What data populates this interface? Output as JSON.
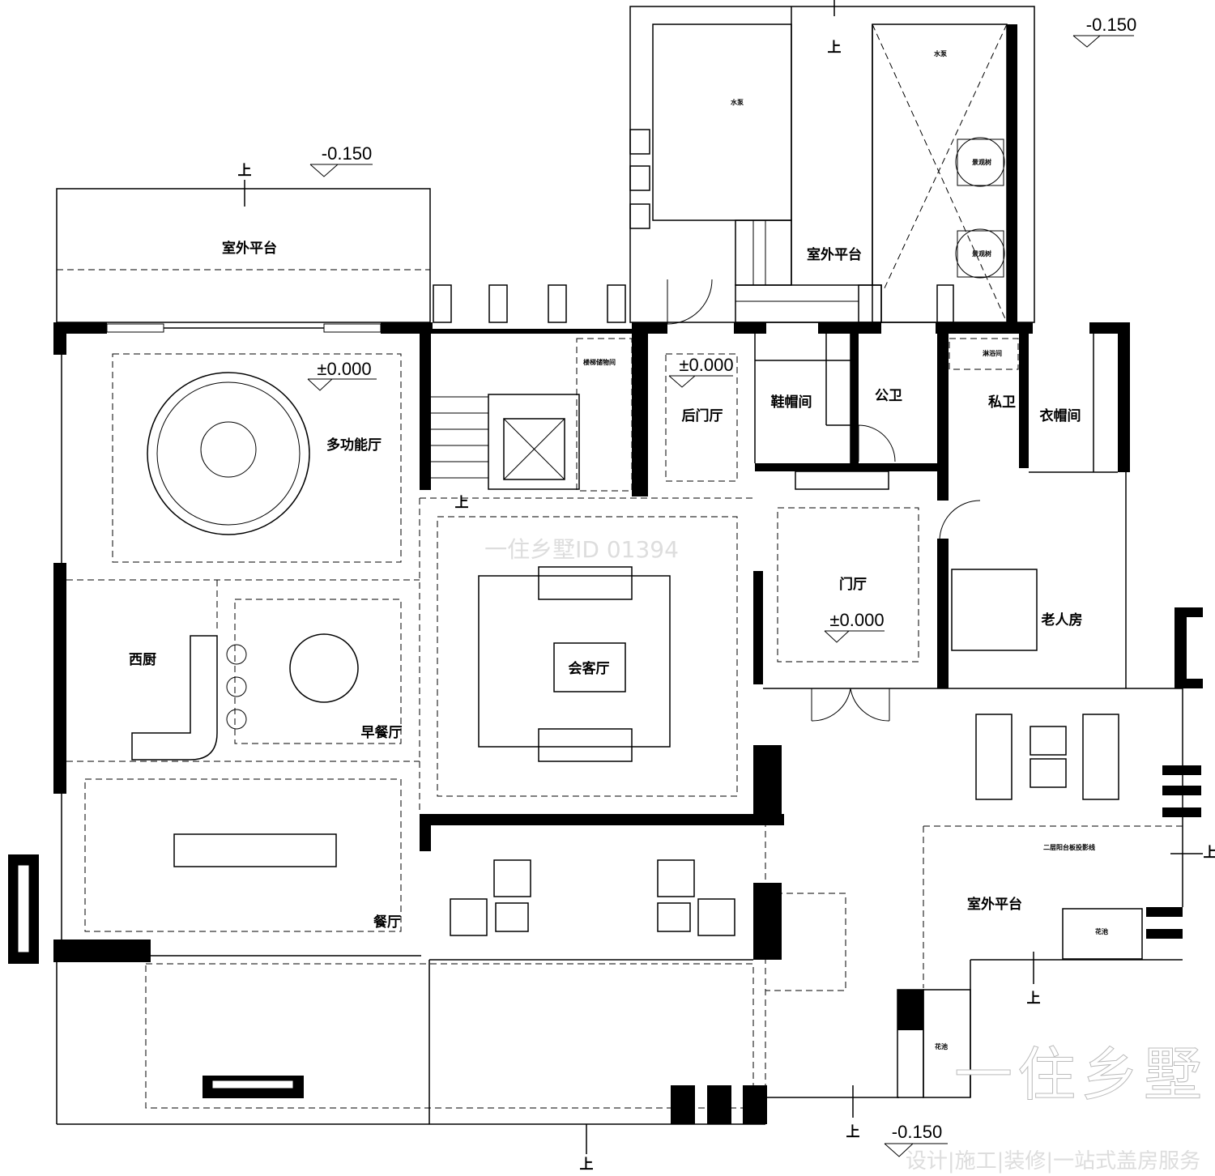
{
  "rooms": {
    "multi_hall": "多功能厅",
    "western_kitchen": "西厨",
    "breakfast": "早餐厅",
    "dining": "餐厅",
    "living": "会客厅",
    "back_hall": "后门厅",
    "shoe_room": "鞋帽间",
    "public_wc": "公卫",
    "private_wc": "私卫",
    "wardrobe": "衣帽间",
    "shower": "淋浴间",
    "stair_storage": "楼梯储物间",
    "foyer": "门厅",
    "elder_room": "老人房",
    "terrace_top_left": "室外平台",
    "terrace_top_mid": "室外平台",
    "terrace_right": "室外平台",
    "pump_1": "水泵",
    "pump_2": "水泵",
    "tree_1": "景观树",
    "tree_2": "景观树",
    "balcony_projection": "二层阳台板投影线",
    "planter_1": "花池",
    "planter_2": "花池"
  },
  "elevations": {
    "multi_hall": "±0.000",
    "back_hall": "±0.000",
    "foyer": "±0.000",
    "top_left": "-0.150",
    "top_right": "-0.150",
    "bottom": "-0.150"
  },
  "up_label": "上",
  "watermark": {
    "id_text": "一住乡墅ID 01394",
    "brand": "一住乡墅",
    "slogan": "设计|施工|装修|一站式盖房服务"
  }
}
